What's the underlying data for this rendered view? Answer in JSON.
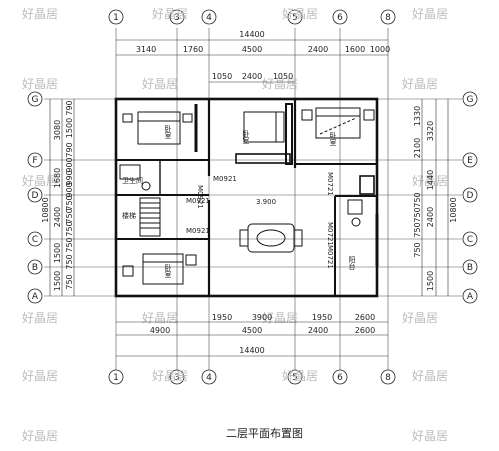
{
  "axes_top": [
    "1",
    "3",
    "4",
    "5",
    "6",
    "8"
  ],
  "axes_left": [
    "G",
    "F",
    "D",
    "C",
    "B",
    "A"
  ],
  "axes_right": [
    "G",
    "E",
    "D",
    "C",
    "B",
    "A"
  ],
  "dims": {
    "overall": "14400",
    "top_row1": [
      "3140",
      "1760",
      "4500",
      "2400",
      "1600",
      "1000"
    ],
    "top_row2": [
      "1050",
      "2400",
      "1050"
    ],
    "bottom_row1": [
      "1950",
      "3900",
      "1950",
      "2600"
    ],
    "bottom_row2": [
      "4900",
      "4500",
      "2400",
      "2600"
    ],
    "left_outer_total": "10800",
    "left_outer": [
      "3080",
      "1680",
      "2400",
      "1500",
      "1500"
    ],
    "left_inner": [
      "790",
      "1500",
      "790",
      "900",
      "990",
      "900",
      "750",
      "750",
      "750",
      "750",
      "750",
      "750"
    ],
    "right_outer_total": "10800",
    "right_outer": [
      "3320",
      "1440",
      "2400",
      "1500"
    ],
    "right_inner": [
      "1330",
      "2100",
      "750",
      "750",
      "750",
      "750"
    ]
  },
  "rooms": {
    "bed_nw": "卧室",
    "bed_n": "卧室",
    "bed_ne": "卧室",
    "bath_w": "卫生间",
    "stair": "楼梯",
    "bed_sw": "卧室",
    "balcony": "阳台",
    "level": "3.900"
  },
  "doors": [
    "M0921",
    "M0921",
    "M0921",
    "M0921",
    "M0721",
    "M0721",
    "M0721"
  ],
  "watermark": "好晶居",
  "title": "二层平面布置图"
}
